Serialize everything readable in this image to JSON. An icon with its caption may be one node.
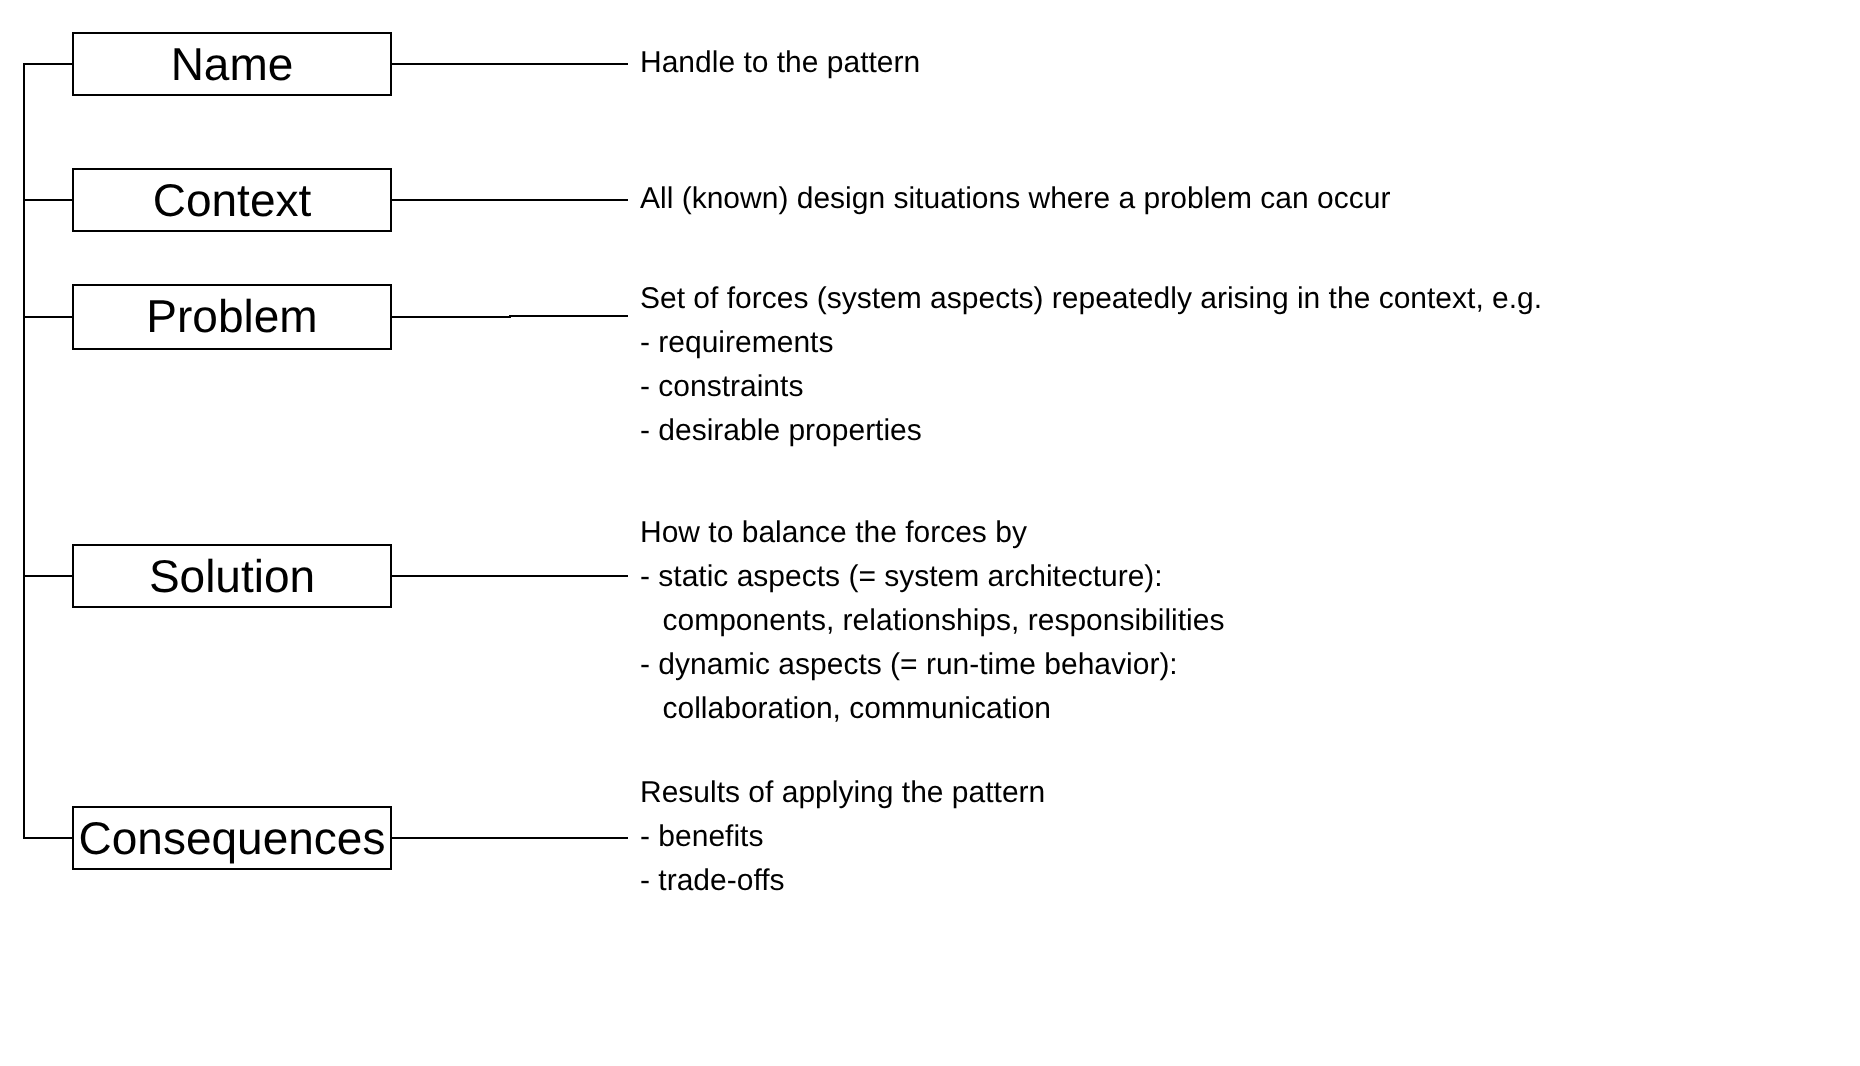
{
  "diagram": {
    "nodes": [
      {
        "text": [
          "Name"
        ]
      },
      {
        "text": [
          "Context"
        ]
      },
      {
        "text": [
          "Problem"
        ]
      },
      {
        "text": [
          "Solution"
        ]
      },
      {
        "text": [
          "Consequences"
        ]
      },
      {
        "text": [
          "Handle to the pattern"
        ]
      },
      {
        "text": [
          "All (known) design situations where a problem can occur"
        ]
      },
      {
        "text": [
          "Set of forces (system aspects) repeatedly arising in the context, e.g.",
          "- requirements",
          "- constraints",
          "- desirable properties"
        ]
      },
      {
        "text": [
          "How to balance the forces by",
          "- static aspects (= system architecture): components, relationships, responsibilities",
          "- dynamic aspects (= run-time behavior): collaboration, communication"
        ]
      },
      {
        "text": [
          "Results of applying the pattern",
          "- benefits",
          "- trade-offs"
        ]
      }
    ],
    "edges": [
      {
        "from": 0,
        "to": 5,
        "arrow": "none"
      },
      {
        "from": 1,
        "to": 6,
        "arrow": "none"
      },
      {
        "from": 2,
        "to": 7,
        "arrow": "none"
      },
      {
        "from": 3,
        "to": 8,
        "arrow": "none"
      },
      {
        "from": 4,
        "to": 9,
        "arrow": "none"
      }
    ]
  }
}
